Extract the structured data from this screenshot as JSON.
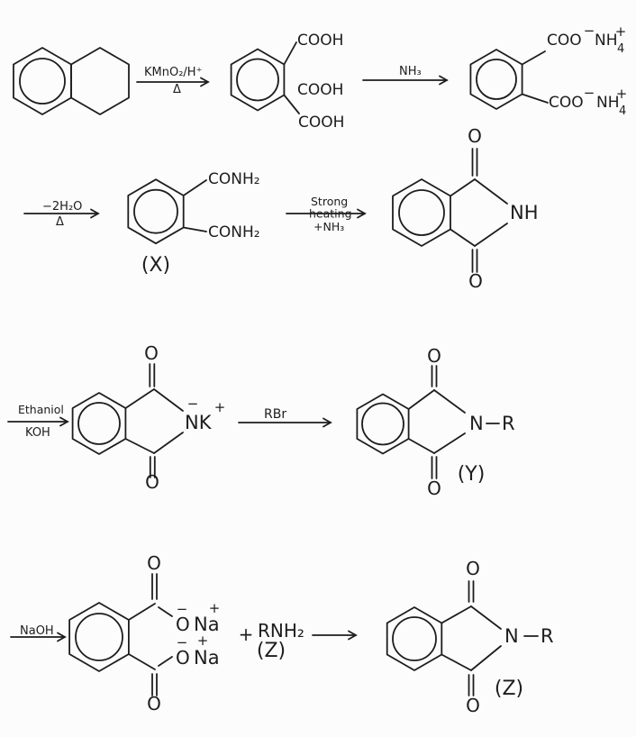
{
  "background": "#fcfcfc",
  "ink": "#1d1d1d",
  "symbols": {
    "minus": "−",
    "plus": "+"
  },
  "step1": {
    "arrow_oxidation": {
      "reagent": "KMnO₂/H⁺",
      "condition": "Δ"
    },
    "tricarboxylic": {
      "cooh_top": "COOH",
      "cooh_middle": "COOH",
      "cooh_bottom": "COOH"
    },
    "arrow_ammonia": {
      "reagent": "NH₃"
    },
    "ammonium_salt": {
      "coo_top": "COO",
      "nh_top": "NH",
      "four_top": "4",
      "coo_bottom": "COO",
      "nh_bottom": "NH",
      "four_bottom": "4"
    }
  },
  "step2": {
    "arrow_dehydration": {
      "reagent": "−2H₂O",
      "condition": "Δ"
    },
    "diamide": {
      "conh2_top": "CONH₂",
      "conh2_bottom": "CONH₂",
      "label": "(X)"
    },
    "arrow_heating": {
      "line1": "Strong",
      "line2": "heating",
      "line3": "+NH₃"
    },
    "phthalimide": {
      "o_top": "O",
      "nh": "NH",
      "o_bottom": "O"
    }
  },
  "step3": {
    "arrow_koh": {
      "reagent": "Ethaniol",
      "condition": "KOH"
    },
    "potassium_salt": {
      "o_top": "O",
      "nk": "NK",
      "o_bottom": "O"
    },
    "arrow_rbr": {
      "reagent": "RBr"
    },
    "n_alkyl_phthalimide": {
      "o_top": "O",
      "n": "N",
      "r": "R",
      "o_bottom": "O",
      "label": "(Y)"
    }
  },
  "step4": {
    "arrow_naoh": {
      "reagent": "NaOH"
    },
    "sodium_salt": {
      "o_carbonyl_top": "O",
      "o_anion_top": "O",
      "na_top": "Na",
      "o_anion_bottom": "O",
      "na_bottom": "Na",
      "o_carbonyl_bottom": "O"
    },
    "plus_amine": {
      "plus": "+",
      "formula": "RNH₂",
      "label": "(Z)"
    },
    "product": {
      "o_top": "O",
      "n": "N",
      "r": "R",
      "o_bottom": "O",
      "label": "(Z)"
    }
  }
}
